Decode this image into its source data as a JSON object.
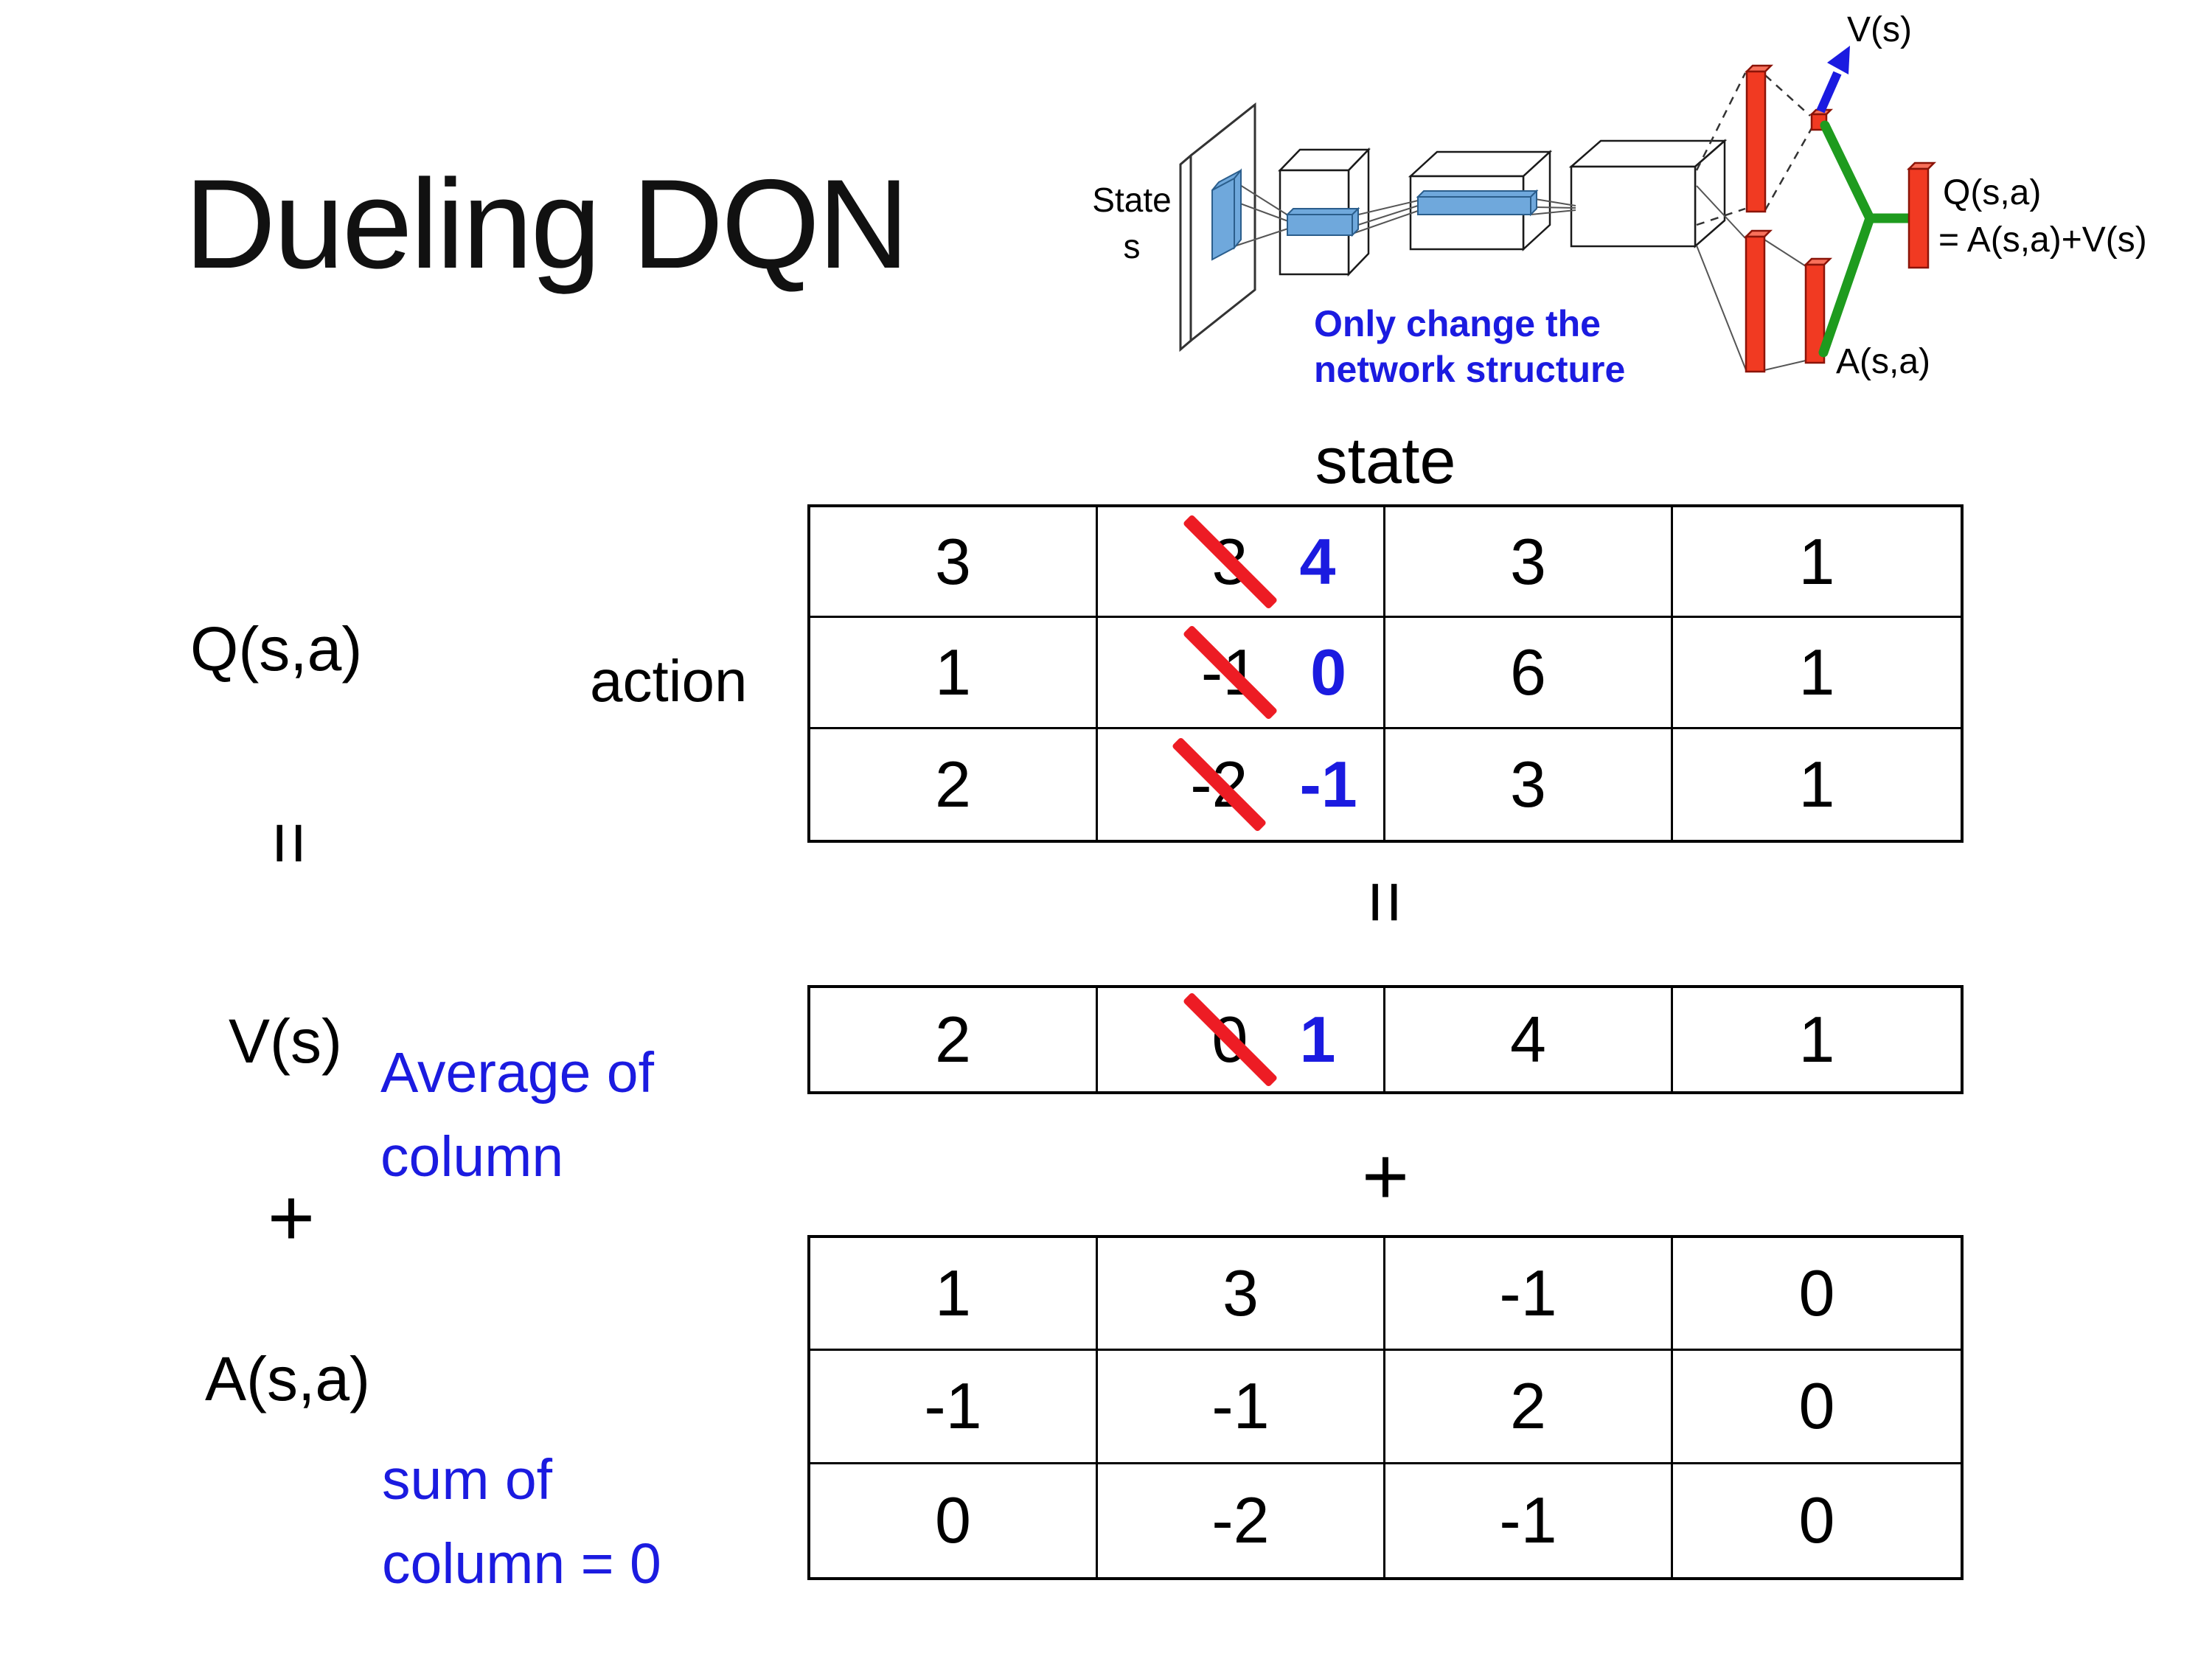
{
  "title": "Dueling DQN",
  "colors": {
    "accent_blue": "#1B1BE0",
    "strike_red": "#ED1C24",
    "bar_red": "#F13A22",
    "connector_green": "#1E9B1E",
    "filter_blue": "#6FA8DC"
  },
  "diagram": {
    "state_line1": "State",
    "state_line2": "s",
    "note_line1": "Only change the",
    "note_line2": "network structure",
    "v_out_label": "V(s)",
    "a_out_label": "A(s,a)",
    "q_out_line1": "Q(s,a)",
    "q_out_line2": "= A(s,a)+V(s)"
  },
  "equation": {
    "q_label": "Q(s,a)",
    "action_label": "action",
    "state_label": "state",
    "equals": "=",
    "plus": "+",
    "v_label": "V(s)",
    "a_label": "A(s,a)",
    "avg_note_line1": "Average of",
    "avg_note_line2": "column",
    "sum_note_line1": "sum of",
    "sum_note_line2": "column = 0"
  },
  "tables": {
    "q": {
      "rows": [
        {
          "c0": "3",
          "c1_old": "3",
          "c1_new": "4",
          "c2": "3",
          "c3": "1"
        },
        {
          "c0": "1",
          "c1_old": "-1",
          "c1_new": "0",
          "c2": "6",
          "c3": "1"
        },
        {
          "c0": "2",
          "c1_old": "-2",
          "c1_new": "-1",
          "c2": "3",
          "c3": "1"
        }
      ]
    },
    "v": {
      "c0": "2",
      "c1_old": "0",
      "c1_new": "1",
      "c2": "4",
      "c3": "1"
    },
    "a": {
      "rows": [
        {
          "c0": "1",
          "c1": "3",
          "c2": "-1",
          "c3": "0"
        },
        {
          "c0": "-1",
          "c1": "-1",
          "c2": "2",
          "c3": "0"
        },
        {
          "c0": "0",
          "c1": "-2",
          "c2": "-1",
          "c3": "0"
        }
      ]
    }
  }
}
